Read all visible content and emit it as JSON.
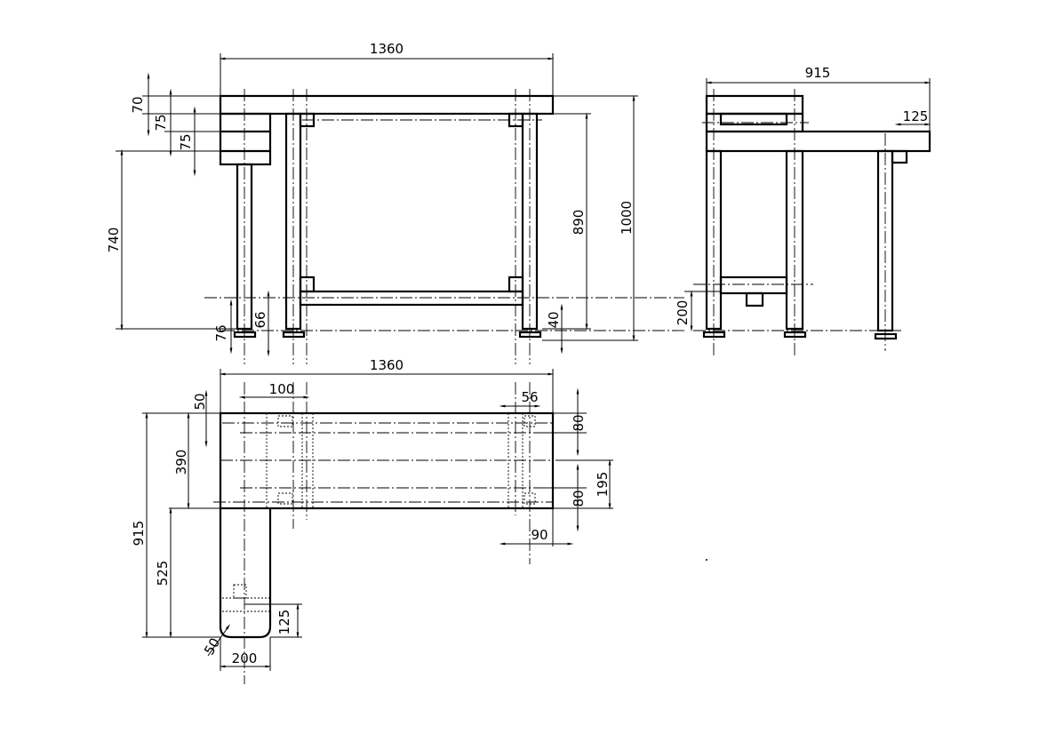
{
  "drawing": {
    "front_view": {
      "overall_width": "1360",
      "top_thickness": "70",
      "drawer_1": "75",
      "drawer_2": "75",
      "knee_height": "740",
      "frame_height": "890",
      "total_height": "1000",
      "foot_left": "76",
      "foot_offset": "66",
      "foot_right": "40"
    },
    "side_view": {
      "overall_depth": "915",
      "overhang": "125",
      "rail_height": "200"
    },
    "top_view": {
      "overall_width": "1360",
      "edge_offset": "50",
      "leg_spacing": "100",
      "leg_offset_right": "56",
      "rail_top": "80",
      "main_depth": "390",
      "rail_center": "195",
      "rail_bottom": "80",
      "overall_depth": "915",
      "leg_inset": "90",
      "return_length": "525",
      "return_leg": "125",
      "corner_radius": "50",
      "return_width": "200"
    }
  }
}
